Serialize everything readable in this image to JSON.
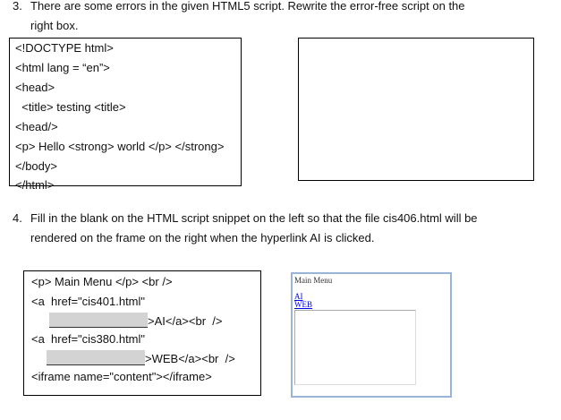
{
  "q3": {
    "number": "3.",
    "line1": "There are some errors in the given HTML5 script.  Rewrite the error-free script on the",
    "line2": "right box.",
    "code": [
      "<!DOCTYPE html>",
      "<html lang = “en”>",
      "<head>",
      "  <title> testing <title>",
      "<head/>",
      "<p> Hello <strong> world </p> </strong>",
      "</body>",
      "</html>"
    ]
  },
  "q4": {
    "number": "4.",
    "line1": "Fill in the blank on the HTML script snippet on the left so that the file cis406.html will be",
    "line2": "rendered on the frame on the right when the hyperlink AI is clicked.",
    "code": {
      "line1": "<p> Main Menu </p> <br />",
      "line2": "<a  href=\"cis401.html\"",
      "line3": ">AI</a><br  />",
      "line4": "<a  href=\"cis380.html\"",
      "line5": ">WEB</a><br  />",
      "line6": "<iframe name=\"content\"></iframe>"
    },
    "preview": {
      "title": "Main Menu",
      "link1": "AI",
      "link2": "WEB"
    }
  }
}
